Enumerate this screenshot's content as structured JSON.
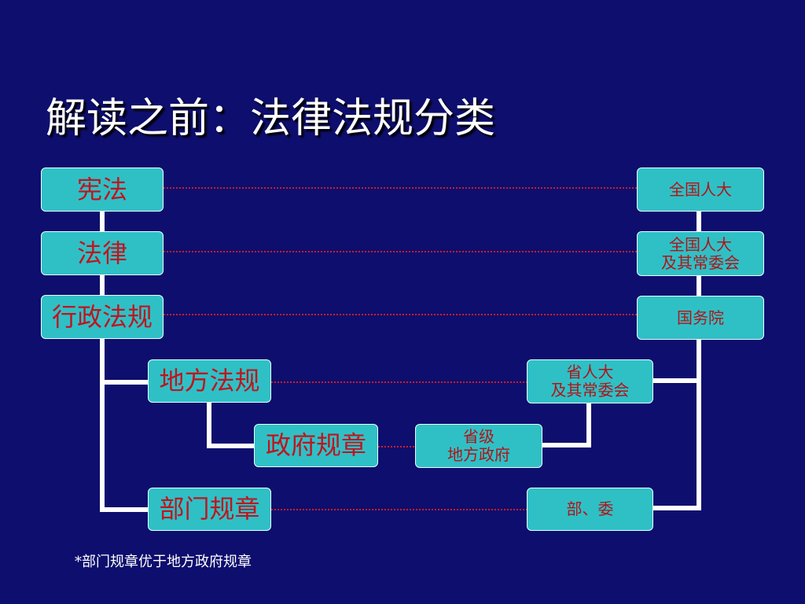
{
  "title": "解读之前：法律法规分类",
  "levels": {
    "constitution": "宪法",
    "law": "法律",
    "admin_regulation": "行政法规",
    "local_regulation": "地方法规",
    "gov_rule": "政府规章",
    "dept_rule": "部门规章"
  },
  "authorities": {
    "npc": "全国人大",
    "npc_standing": "全国人大\n及其常委会",
    "state_council": "国务院",
    "provincial_congress": "省人大\n及其常委会",
    "provincial_gov": "省级\n地方政府",
    "ministries": "部、委"
  },
  "footnote": "*部门规章优于地方政府规章",
  "colors": {
    "background": "#0e0e6e",
    "box_fill": "#2fc0c6",
    "box_text": "#c0141e",
    "connector": "#ffffff",
    "dotted_link": "#c81e28"
  }
}
